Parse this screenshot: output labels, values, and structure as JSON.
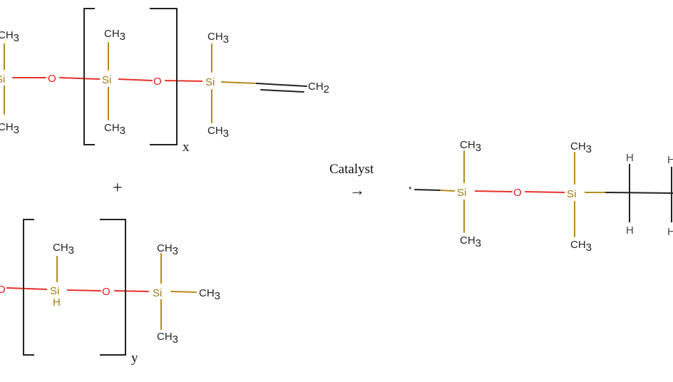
{
  "colors": {
    "si": "#a07c16",
    "oxygen": "#e41a1c",
    "carbon": "#222222",
    "hydrogen": "#444444",
    "bond_red": "#e8312a",
    "bond_gold": "#b58a1b",
    "bond_black": "#222222",
    "bracket": "#222222"
  },
  "labels": {
    "si": "Si",
    "o": "O",
    "h": "H",
    "ch": "CH",
    "sub3": "3",
    "sub2": "2",
    "repeat_x": "x",
    "repeat_y": "y",
    "plus": "+",
    "catalyst": "Catalyst",
    "arrow": "→",
    "star": "*"
  }
}
